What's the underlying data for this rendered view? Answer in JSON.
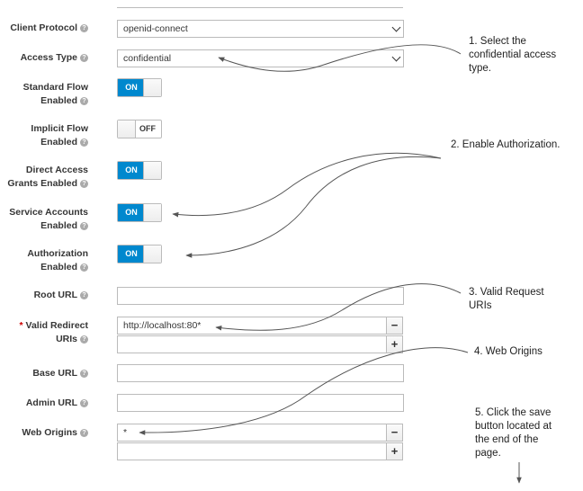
{
  "fields": {
    "client_protocol": {
      "label": "Client Protocol",
      "value": "openid-connect"
    },
    "access_type": {
      "label": "Access Type",
      "value": "confidential"
    },
    "standard_flow": {
      "label1": "Standard Flow",
      "label2": "Enabled",
      "state": "ON"
    },
    "implicit_flow": {
      "label1": "Implicit Flow",
      "label2": "Enabled",
      "state": "OFF"
    },
    "direct_access": {
      "label1": "Direct Access",
      "label2": "Grants Enabled",
      "state": "ON"
    },
    "service_accounts": {
      "label1": "Service Accounts",
      "label2": "Enabled",
      "state": "ON"
    },
    "authorization": {
      "label1": "Authorization",
      "label2": "Enabled",
      "state": "ON"
    },
    "root_url": {
      "label": "Root URL",
      "value": ""
    },
    "valid_redirect": {
      "required": "*",
      "label1": "Valid Redirect",
      "label2": "URIs",
      "value": "http://localhost:80*",
      "value2": ""
    },
    "base_url": {
      "label": "Base URL",
      "value": ""
    },
    "admin_url": {
      "label": "Admin URL",
      "value": ""
    },
    "web_origins": {
      "label": "Web Origins",
      "value": "*",
      "value2": ""
    }
  },
  "icons": {
    "help": "?",
    "minus": "−",
    "plus": "+"
  },
  "annotations": {
    "n1": [
      "1. Select the",
      "confidential access",
      "type."
    ],
    "n2": [
      "2. Enable Authorization."
    ],
    "n3": [
      "3. Valid Request",
      "URIs"
    ],
    "n4": [
      "4. Web Origins"
    ],
    "n5": [
      "5. Click the save",
      "button located at",
      "the end of the",
      "page."
    ]
  },
  "colors": {
    "toggle_on": "#0088ce",
    "required": "#cc0000",
    "arrow": "#555555"
  }
}
